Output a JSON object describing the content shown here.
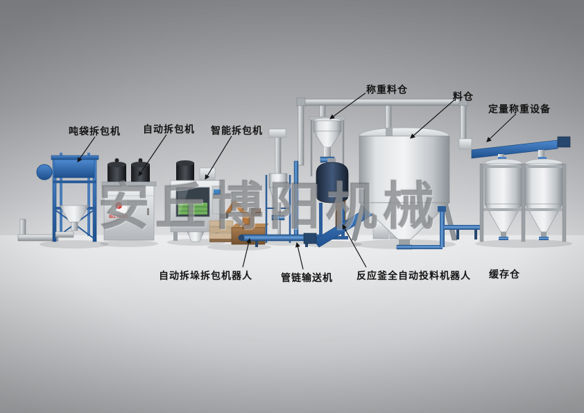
{
  "watermark": "安丘博阳机械",
  "brand": {
    "logo_text": "BO.YANG"
  },
  "colors": {
    "accent_blue": "#2e6fb7",
    "steel_silver": "#c9ccd0",
    "dark_filter": "#1e2125",
    "robot_orange": "#b4763c",
    "background_gray": "#c6c7ca"
  },
  "callouts": [
    {
      "id": "ton-bag-unpacker",
      "label": "吨袋拆包机"
    },
    {
      "id": "auto-unpacker",
      "label": "自动拆包机"
    },
    {
      "id": "smart-unpacker",
      "label": "智能拆包机"
    },
    {
      "id": "weighing-hopper",
      "label": "称重料仓"
    },
    {
      "id": "storage-silo",
      "label": "料仓"
    },
    {
      "id": "dosing-weigher",
      "label": "定量称重设备"
    },
    {
      "id": "depalletizing-robot",
      "label": "自动拆垛拆包机器人"
    },
    {
      "id": "tube-chain-conveyor",
      "label": "管链输送机"
    },
    {
      "id": "reactor-feeding-robot",
      "label": "反应釜全自动投料机器人"
    },
    {
      "id": "buffer-silo",
      "label": "缓存仓"
    }
  ]
}
